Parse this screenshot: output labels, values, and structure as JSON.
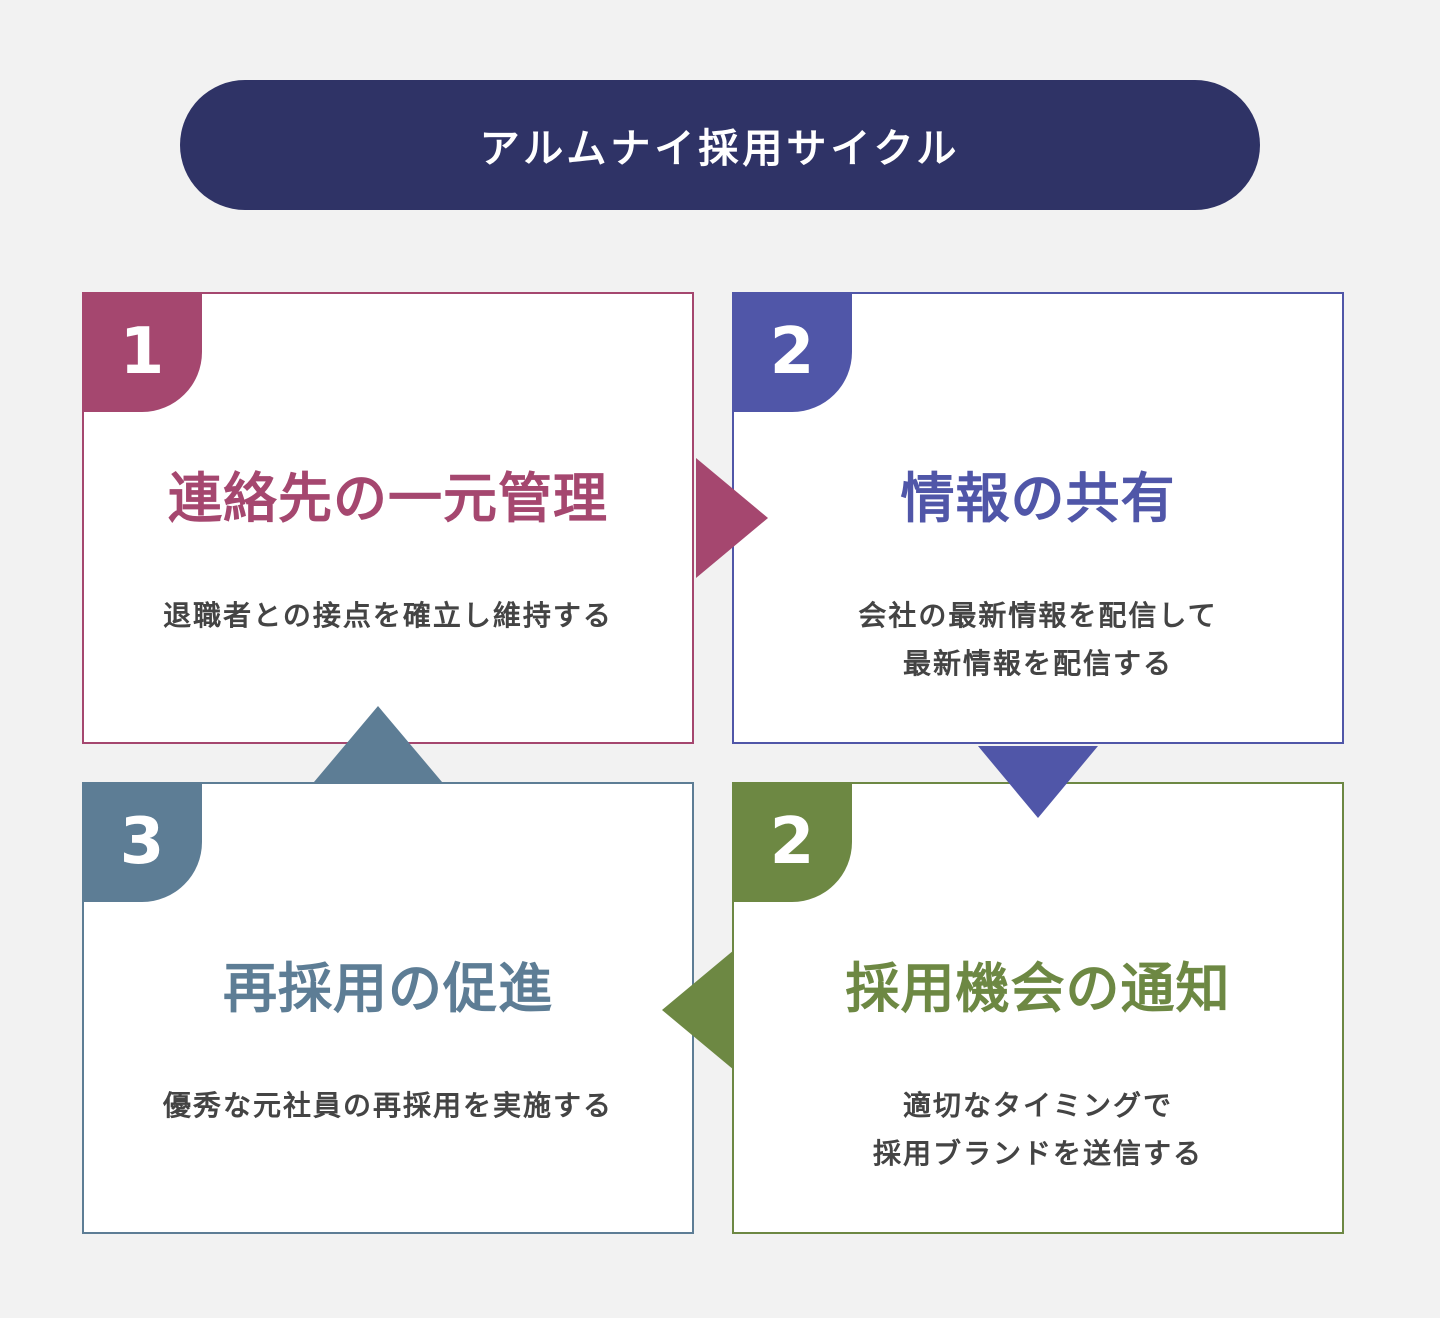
{
  "title": "アルムナイ採用サイクル",
  "colors": {
    "background": "#f2f2f2",
    "title_bg": "#2f3366",
    "step1": "#a5476f",
    "step2": "#5056a8",
    "step3": "#6d8843",
    "step4": "#5d7d95"
  },
  "steps": [
    {
      "number": "1",
      "heading": "連絡先の一元管理",
      "description": [
        "退職者との接点を確立し維持する"
      ]
    },
    {
      "number": "2",
      "heading": "情報の共有",
      "description": [
        "会社の最新情報を配信して",
        "最新情報を配信する"
      ]
    },
    {
      "number": "2",
      "heading": "採用機会の通知",
      "description": [
        "適切なタイミングで",
        "採用ブランドを送信する"
      ]
    },
    {
      "number": "3",
      "heading": "再採用の促進",
      "description": [
        "優秀な元社員の再採用を実施する"
      ]
    }
  ]
}
